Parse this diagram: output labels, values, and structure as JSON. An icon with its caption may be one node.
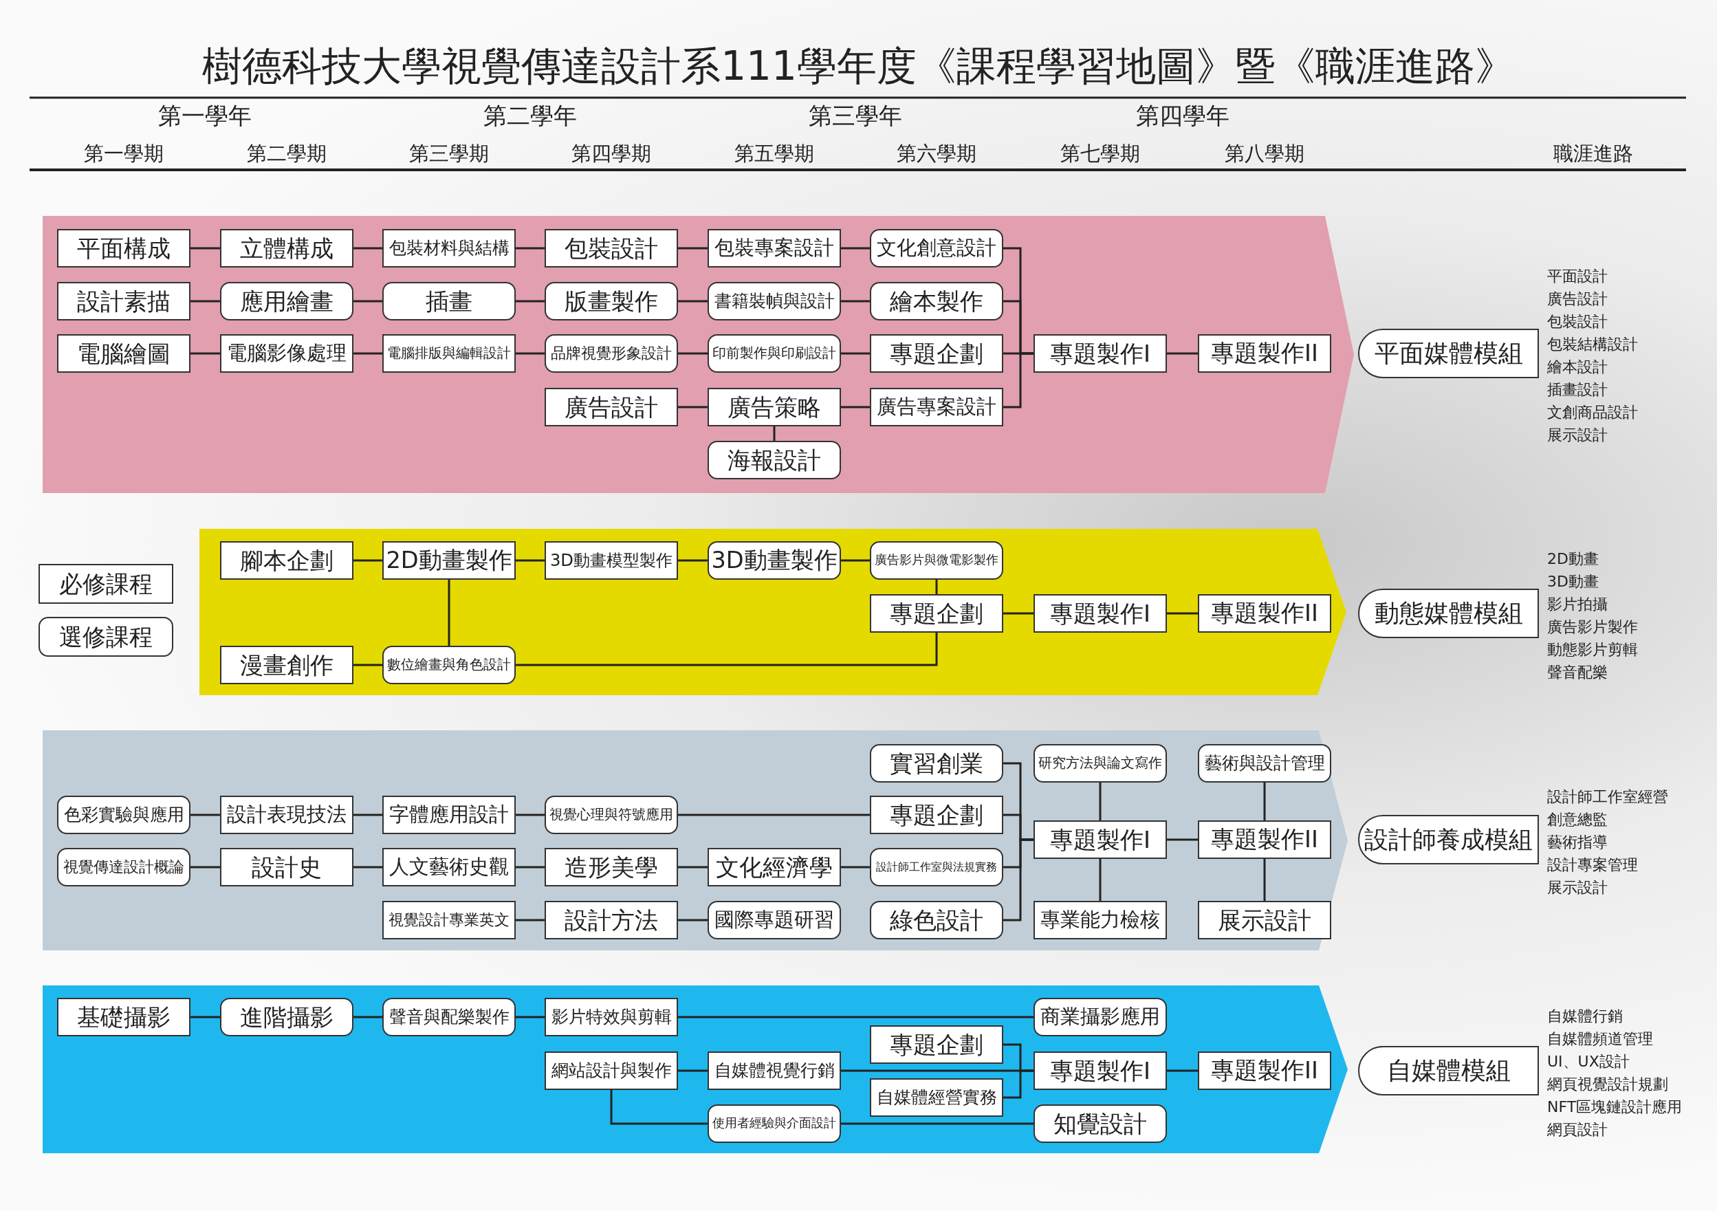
{
  "diagram": {
    "title": "樹德科技大學視覺傳達設計系111學年度《課程學習地圖》暨《職涯進路》",
    "nodes": [
      {
        "text": [],
        "shape": "band"
      },
      {
        "text": [
          "平面構成"
        ],
        "in": 0
      },
      {
        "text": [
          "立體構成"
        ],
        "in": 0
      },
      {
        "text": [
          "包裝材料與結構"
        ],
        "in": 0
      },
      {
        "text": [
          "包裝設計"
        ],
        "in": 0
      },
      {
        "text": [
          "包裝專案設計"
        ],
        "in": 0
      },
      {
        "text": [
          "文化創意設計"
        ],
        "in": 0
      },
      {
        "text": [
          "設計素描"
        ],
        "in": 0
      },
      {
        "text": [
          "應用繪畫"
        ],
        "in": 0
      },
      {
        "text": [
          "插畫"
        ],
        "in": 0
      },
      {
        "text": [
          "版畫製作"
        ],
        "in": 0
      },
      {
        "text": [
          "書籍裝幀與設計"
        ],
        "in": 0
      },
      {
        "text": [
          "繪本製作"
        ],
        "in": 0
      },
      {
        "text": [
          "電腦繪圖"
        ],
        "in": 0
      },
      {
        "text": [
          "電腦影像處理"
        ],
        "in": 0
      },
      {
        "text": [
          "電腦排版與編輯設計"
        ],
        "in": 0
      },
      {
        "text": [
          "品牌視覺形象設計"
        ],
        "in": 0
      },
      {
        "text": [
          "印前製作與印刷設計"
        ],
        "in": 0
      },
      {
        "text": [
          "專題企劃"
        ],
        "in": 0
      },
      {
        "text": [
          "專題製作I"
        ],
        "in": 0
      },
      {
        "text": [
          "專題製作II"
        ],
        "in": 0
      },
      {
        "text": [
          "平面媒體模組"
        ],
        "beside": [
          "平面設計",
          "廣告設計",
          "包裝設計",
          "包裝結構設計",
          "繪本設計",
          "插畫設計",
          "文創商品設計",
          "展示設計"
        ]
      },
      {
        "text": [
          "廣告設計"
        ],
        "in": 0
      },
      {
        "text": [
          "廣告策略"
        ],
        "in": 0
      },
      {
        "text": [
          "廣告專案設計"
        ],
        "in": 0
      },
      {
        "text": [
          "海報設計"
        ],
        "in": 0
      },
      {
        "text": [],
        "shape": "band"
      },
      {
        "text": [
          "腳本企劃"
        ],
        "in": 26
      },
      {
        "text": [
          "2D動畫製作"
        ],
        "in": 26
      },
      {
        "text": [
          "3D動畫模型製作"
        ],
        "in": 26
      },
      {
        "text": [
          "3D動畫製作"
        ],
        "in": 26
      },
      {
        "text": [
          "廣告影片與微電影製作"
        ],
        "in": 26
      },
      {
        "text": [
          "專題企劃"
        ],
        "in": 26
      },
      {
        "text": [
          "專題製作I"
        ],
        "in": 26
      },
      {
        "text": [
          "專題製作II"
        ],
        "in": 26
      },
      {
        "text": [
          "動態媒體模組"
        ],
        "beside": [
          "2D動畫",
          "3D動畫",
          "影片拍攝",
          "廣告影片製作",
          "動態影片剪輯",
          "聲音配樂"
        ]
      },
      {
        "text": [
          "漫畫創作"
        ],
        "in": 26
      },
      {
        "text": [
          "數位繪畫與角色設計"
        ],
        "in": 26
      },
      {
        "text": [],
        "shape": "band"
      },
      {
        "text": [
          "實習創業"
        ],
        "in": 38
      },
      {
        "text": [
          "研究方法與論文寫作"
        ],
        "in": 38
      },
      {
        "text": [
          "藝術與設計管理"
        ],
        "in": 38
      },
      {
        "text": [
          "色彩實驗與應用"
        ],
        "in": 38
      },
      {
        "text": [
          "設計表現技法"
        ],
        "in": 38
      },
      {
        "text": [
          "字體應用設計"
        ],
        "in": 38
      },
      {
        "text": [
          "視覺心理與符號應用"
        ],
        "in": 38
      },
      {
        "text": [
          "專題企劃"
        ],
        "in": 38
      },
      {
        "text": [
          "專題製作I"
        ],
        "in": 38
      },
      {
        "text": [
          "專題製作II"
        ],
        "in": 38
      },
      {
        "text": [
          "設計師養成模組"
        ],
        "beside": [
          "設計師工作室經營",
          "創意總監",
          "藝術指導",
          "設計專案管理",
          "展示設計"
        ]
      },
      {
        "text": [
          "視覺傳達設計概論"
        ],
        "in": 38
      },
      {
        "text": [
          "設計史"
        ],
        "in": 38
      },
      {
        "text": [
          "人文藝術史觀"
        ],
        "in": 38
      },
      {
        "text": [
          "造形美學"
        ],
        "in": 38
      },
      {
        "text": [
          "文化經濟學"
        ],
        "in": 38
      },
      {
        "text": [
          "設計師工作室與法規實務"
        ],
        "in": 38
      },
      {
        "text": [
          "視覺設計專業英文"
        ],
        "in": 38
      },
      {
        "text": [
          "設計方法"
        ],
        "in": 38
      },
      {
        "text": [
          "國際專題研習"
        ],
        "in": 38
      },
      {
        "text": [
          "綠色設計"
        ],
        "in": 38
      },
      {
        "text": [
          "專業能力檢核"
        ],
        "in": 38
      },
      {
        "text": [
          "展示設計"
        ],
        "in": 38
      },
      {
        "text": [],
        "shape": "band"
      },
      {
        "text": [
          "基礎攝影"
        ],
        "in": 62
      },
      {
        "text": [
          "進階攝影"
        ],
        "in": 62
      },
      {
        "text": [
          "聲音與配樂製作"
        ],
        "in": 62
      },
      {
        "text": [
          "影片特效與剪輯"
        ],
        "in": 62
      },
      {
        "text": [
          "商業攝影應用"
        ],
        "in": 62
      },
      {
        "text": [
          "專題企劃"
        ],
        "in": 62
      },
      {
        "text": [
          "網站設計與製作"
        ],
        "in": 62
      },
      {
        "text": [
          "自媒體視覺行銷"
        ],
        "in": 62
      },
      {
        "text": [
          "專題製作I"
        ],
        "in": 62
      },
      {
        "text": [
          "專題製作II"
        ],
        "in": 62
      },
      {
        "text": [
          "自媒體模組"
        ],
        "beside": [
          "自媒體行銷",
          "自媒體頻道管理",
          "UI、UX設計",
          "網頁視覺設計規劃",
          "NFT區塊鏈設計應用",
          "網頁設計"
        ]
      },
      {
        "text": [
          "自媒體經營實務"
        ],
        "in": 62
      },
      {
        "text": [
          "使用者經驗與介面設計"
        ],
        "in": 62
      },
      {
        "text": [
          "知覺設計"
        ],
        "in": 62
      }
    ],
    "edges": [
      {
        "from": 1,
        "to": 2,
        "arrow": "none"
      },
      {
        "from": 2,
        "to": 3,
        "arrow": "none"
      },
      {
        "from": 3,
        "to": 4,
        "arrow": "none"
      },
      {
        "from": 4,
        "to": 5,
        "arrow": "none"
      },
      {
        "from": 5,
        "to": 6,
        "arrow": "none"
      },
      {
        "from": 7,
        "to": 8,
        "arrow": "none"
      },
      {
        "from": 8,
        "to": 9,
        "arrow": "none"
      },
      {
        "from": 9,
        "to": 10,
        "arrow": "none"
      },
      {
        "from": 10,
        "to": 11,
        "arrow": "none"
      },
      {
        "from": 11,
        "to": 12,
        "arrow": "none"
      },
      {
        "from": 13,
        "to": 14,
        "arrow": "none"
      },
      {
        "from": 14,
        "to": 15,
        "arrow": "none"
      },
      {
        "from": 15,
        "to": 16,
        "arrow": "none"
      },
      {
        "from": 16,
        "to": 17,
        "arrow": "none"
      },
      {
        "from": 17,
        "to": 18,
        "arrow": "none"
      },
      {
        "from": 22,
        "to": 23,
        "arrow": "none"
      },
      {
        "from": 23,
        "to": 24,
        "arrow": "none"
      },
      {
        "from": 23,
        "to": 25,
        "arrow": "none"
      },
      {
        "from": 6,
        "to": 19,
        "arrow": "none"
      },
      {
        "from": 12,
        "to": 19,
        "arrow": "none"
      },
      {
        "from": 18,
        "to": 19,
        "arrow": "none"
      },
      {
        "from": 24,
        "to": 19,
        "arrow": "none"
      },
      {
        "from": 19,
        "to": 20,
        "arrow": "none"
      },
      {
        "from": 27,
        "to": 28,
        "arrow": "none"
      },
      {
        "from": 28,
        "to": 29,
        "arrow": "none"
      },
      {
        "from": 29,
        "to": 30,
        "arrow": "none"
      },
      {
        "from": 30,
        "to": 31,
        "arrow": "none"
      },
      {
        "from": 31,
        "to": 32,
        "arrow": "none"
      },
      {
        "from": 32,
        "to": 33,
        "arrow": "none"
      },
      {
        "from": 33,
        "to": 34,
        "arrow": "none"
      },
      {
        "from": 28,
        "to": 37,
        "arrow": "none"
      },
      {
        "from": 36,
        "to": 37,
        "arrow": "none"
      },
      {
        "from": 37,
        "to": 32,
        "arrow": "none"
      },
      {
        "from": 42,
        "to": 43,
        "arrow": "none"
      },
      {
        "from": 43,
        "to": 44,
        "arrow": "none"
      },
      {
        "from": 44,
        "to": 45,
        "arrow": "none"
      },
      {
        "from": 45,
        "to": 46,
        "arrow": "none"
      },
      {
        "from": 50,
        "to": 51,
        "arrow": "none"
      },
      {
        "from": 51,
        "to": 52,
        "arrow": "none"
      },
      {
        "from": 52,
        "to": 53,
        "arrow": "none"
      },
      {
        "from": 53,
        "to": 54,
        "arrow": "none"
      },
      {
        "from": 54,
        "to": 55,
        "arrow": "none"
      },
      {
        "from": 56,
        "to": 57,
        "arrow": "none"
      },
      {
        "from": 57,
        "to": 58,
        "arrow": "none"
      },
      {
        "from": 39,
        "to": 47,
        "arrow": "none"
      },
      {
        "from": 46,
        "to": 47,
        "arrow": "none"
      },
      {
        "from": 55,
        "to": 47,
        "arrow": "none"
      },
      {
        "from": 59,
        "to": 47,
        "arrow": "none"
      },
      {
        "from": 40,
        "to": 47,
        "arrow": "none"
      },
      {
        "from": 47,
        "to": 60,
        "arrow": "none"
      },
      {
        "from": 47,
        "to": 48,
        "arrow": "none"
      },
      {
        "from": 41,
        "to": 48,
        "arrow": "none"
      },
      {
        "from": 48,
        "to": 61,
        "arrow": "none"
      },
      {
        "from": 63,
        "to": 64,
        "arrow": "none"
      },
      {
        "from": 64,
        "to": 65,
        "arrow": "none"
      },
      {
        "from": 65,
        "to": 66,
        "arrow": "none"
      },
      {
        "from": 66,
        "to": 67,
        "arrow": "none"
      },
      {
        "from": 69,
        "to": 70,
        "arrow": "none"
      },
      {
        "from": 70,
        "to": 71,
        "arrow": "none"
      },
      {
        "from": 68,
        "to": 71,
        "arrow": "none"
      },
      {
        "from": 74,
        "to": 71,
        "arrow": "none"
      },
      {
        "from": 71,
        "to": 72,
        "arrow": "none"
      },
      {
        "from": 69,
        "to": 75,
        "arrow": "none"
      },
      {
        "from": 75,
        "to": 76,
        "arrow": "none"
      }
    ],
    "labels": [
      "第一學年",
      "第二學年",
      "第三學年",
      "第四學年",
      "第一學期",
      "第二學期",
      "第三學期",
      "第四學期",
      "第五學期",
      "第六學期",
      "第七學期",
      "第八學期",
      "職涯進路"
    ],
    "legend": [
      {
        "text": "必修課程"
      },
      {
        "text": "選修課程"
      }
    ]
  }
}
